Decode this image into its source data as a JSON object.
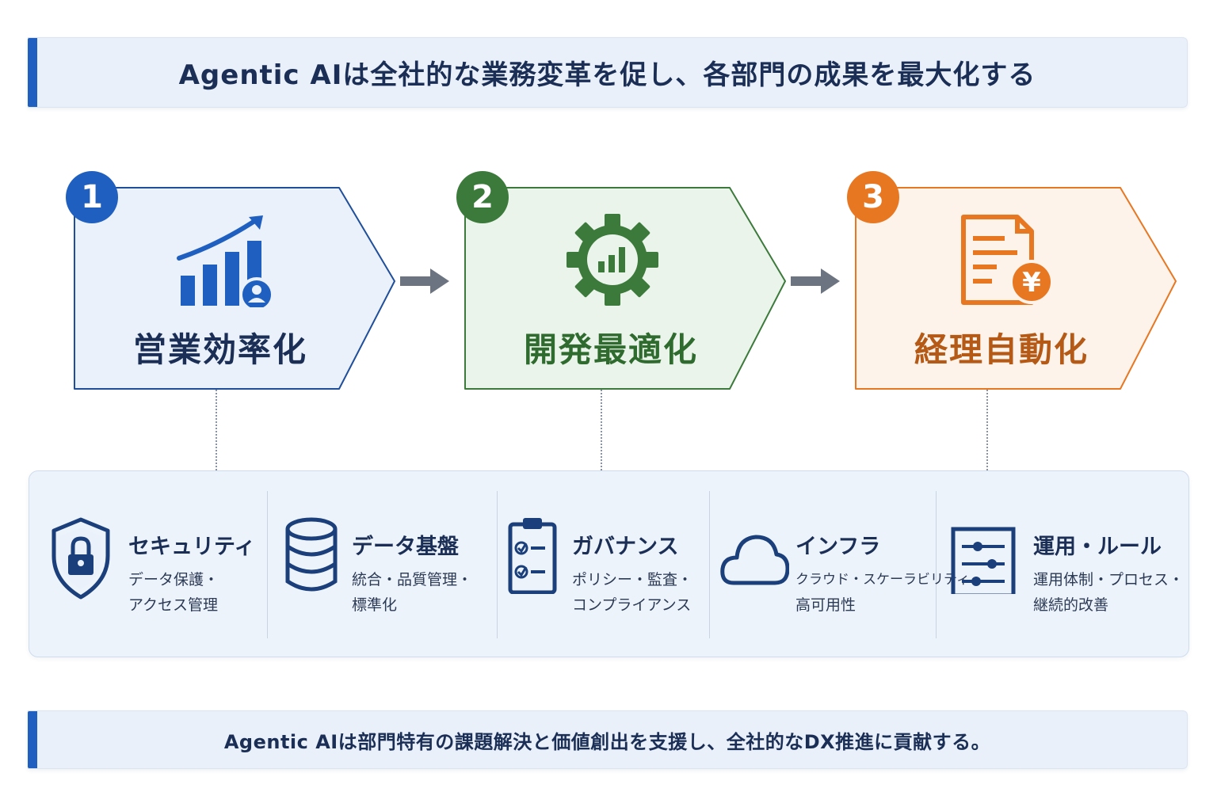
{
  "header": {
    "title": "Agentic AIは全社的な業務変革を促し、各部門の成果を最大化する"
  },
  "steps": [
    {
      "number": "1",
      "label": "営業効率化",
      "icon": "sales-growth-chart-icon",
      "color": "#1f5fbf",
      "fill": "#eaf1fb",
      "text_color": "#1b2f56"
    },
    {
      "number": "2",
      "label": "開発最適化",
      "icon": "gear-chart-icon",
      "color": "#3c7a3c",
      "fill": "#ebf4ea",
      "text_color": "#2f6b2f"
    },
    {
      "number": "3",
      "label": "経理自動化",
      "icon": "invoice-yen-icon",
      "color": "#e87722",
      "fill": "#fdf3ea",
      "text_color": "#b55a16"
    }
  ],
  "foundation": {
    "items": [
      {
        "title": "セキュリティ",
        "desc_line1": "データ保護・",
        "desc_line2": "アクセス管理",
        "icon": "shield-lock-icon"
      },
      {
        "title": "データ基盤",
        "desc_line1": "統合・品質管理・",
        "desc_line2": "標準化",
        "icon": "database-icon"
      },
      {
        "title": "ガバナンス",
        "desc_line1": "ポリシー・監査・",
        "desc_line2": "コンプライアンス",
        "icon": "clipboard-check-icon"
      },
      {
        "title": "インフラ",
        "desc_line1": "クラウド・スケーラビリティ・",
        "desc_line2": "高可用性",
        "icon": "cloud-icon"
      },
      {
        "title": "運用・ルール",
        "desc_line1": "運用体制・プロセス・",
        "desc_line2": "継続的改善",
        "icon": "sliders-icon"
      }
    ]
  },
  "footer": {
    "text": "Agentic AIは部門特有の課題解決と価値創出を支援し、全社的なDX推進に貢献する。"
  }
}
